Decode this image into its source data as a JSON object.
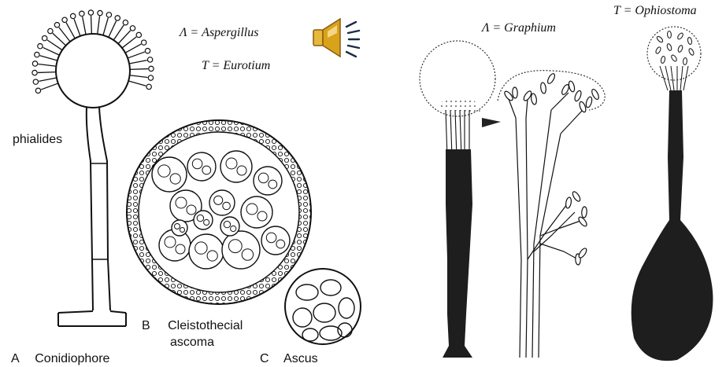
{
  "left_panel": {
    "label_aspergillus": "Λ = Aspergillus",
    "label_eurotium": "T = Eurotium",
    "label_phialides": "phialides",
    "caption_a_letter": "A",
    "caption_a_text": "Conidiophore",
    "caption_b_letter": "B",
    "caption_b_text_line1": "Cleistothecial",
    "caption_b_text_line2": "ascoma",
    "caption_c_letter": "C",
    "caption_c_text": "Ascus"
  },
  "right_panel": {
    "label_graphium": "Λ = Graphium",
    "label_ophiostoma": "T = Ophiostoma"
  },
  "audio": {
    "icon": "speaker-icon"
  },
  "colors": {
    "ink": "#111111",
    "dark_fill": "#1e1e1e",
    "speaker_gold": "#d9a21b"
  }
}
